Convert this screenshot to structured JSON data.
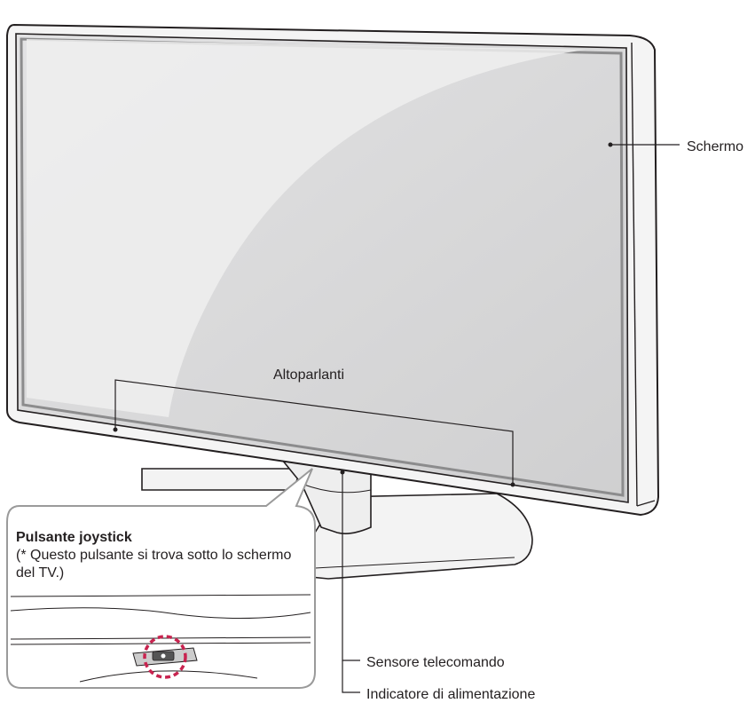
{
  "labels": {
    "screen": "Schermo",
    "speakers": "Altoparlanti",
    "remote_sensor": "Sensore telecomando",
    "power_indicator": "Indicatore di alimentazione"
  },
  "callout": {
    "title": "Pulsante joystick",
    "note": "(* Questo pulsante si trova sotto lo schermo del TV.)"
  },
  "colors": {
    "line": "#231f20",
    "screen": "#d2d2d3",
    "bezel": "#f2f2f2",
    "callout_border": "#9a9a9a",
    "joystick_highlight": "#c8234f"
  }
}
